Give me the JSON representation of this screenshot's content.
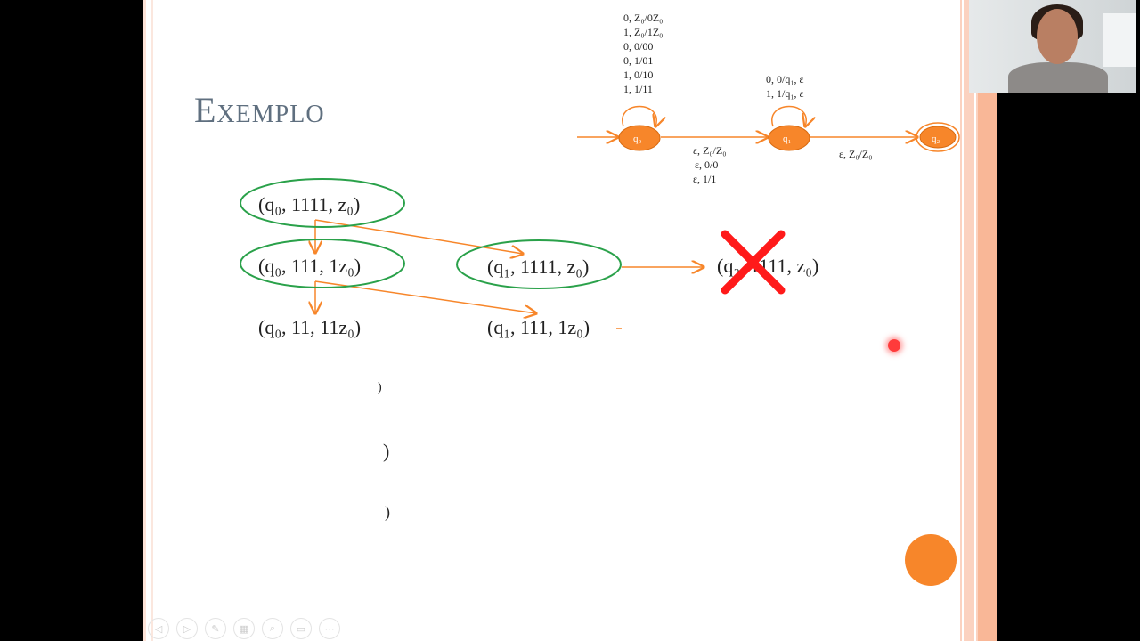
{
  "slide": {
    "title": "Exemplo",
    "configurations": {
      "c1": "(q₀, 1111, z₀)",
      "c2": "(q₀, 111, 1z₀)",
      "c3": "(q₁, 1111, z₀)",
      "c4": "(q₂, 1111, z₀)",
      "c5": "(q₀, 11, 11z₀)",
      "c6": "(q₁, 111, 1z₀)"
    },
    "partial_parens": [
      ")",
      ")",
      ")"
    ],
    "automaton": {
      "states": [
        "q₀",
        "q₁",
        "q₂"
      ],
      "loop_q0_labels": [
        "0, Z₀/0Z₀",
        "1, Z₀/1Z₀",
        "0, 0/00",
        "0, 1/01",
        "1, 0/10",
        "1, 1/11"
      ],
      "loop_q1_labels": [
        "0, 0/q₁, ε",
        "1, 1/q₁, ε"
      ],
      "edge_q0_q1_labels": [
        "ε, Z₀/Z₀",
        "ε, 0/0",
        "ε, 1/1"
      ],
      "edge_q1_q2_label": "ε, Z₀/Z₀"
    },
    "colors": {
      "accent": "#f7862a",
      "ellipse": "#2aa14a",
      "reject": "#ff1a1a",
      "title": "#5f6f7f"
    }
  },
  "toolbar": {
    "icons": [
      "prev-icon",
      "next-icon",
      "pen-icon",
      "slides-icon",
      "zoom-icon",
      "subtitles-icon",
      "more-icon"
    ],
    "glyphs": [
      "◁",
      "▷",
      "✎",
      "▦",
      "⌕",
      "▭",
      "⋯"
    ]
  }
}
